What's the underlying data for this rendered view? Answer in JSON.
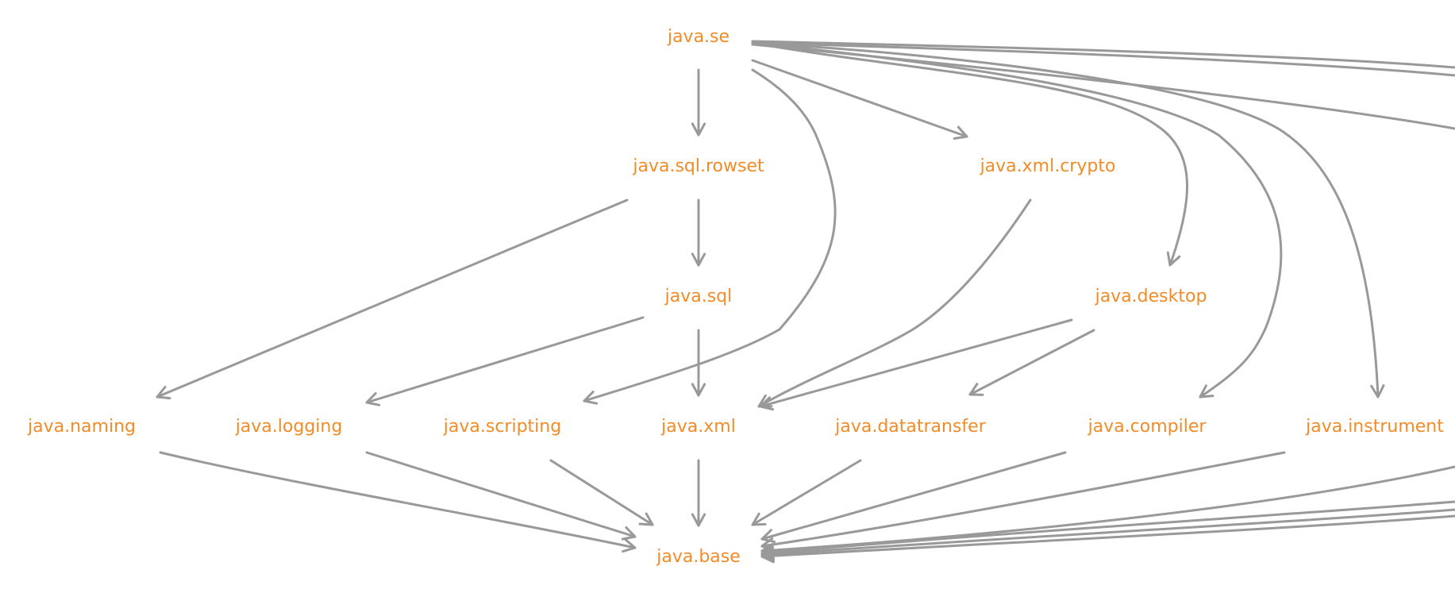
{
  "diagram": {
    "type": "module-dependency-graph",
    "label_color": "#f28c28",
    "edge_color": "#999999",
    "nodes": [
      {
        "id": "java.se",
        "label": "java.se"
      },
      {
        "id": "java.sql.rowset",
        "label": "java.sql.rowset"
      },
      {
        "id": "java.xml.crypto",
        "label": "java.xml.crypto"
      },
      {
        "id": "java.sql",
        "label": "java.sql"
      },
      {
        "id": "java.desktop",
        "label": "java.desktop"
      },
      {
        "id": "java.naming",
        "label": "java.naming"
      },
      {
        "id": "java.logging",
        "label": "java.logging"
      },
      {
        "id": "java.scripting",
        "label": "java.scripting"
      },
      {
        "id": "java.xml",
        "label": "java.xml"
      },
      {
        "id": "java.datatransfer",
        "label": "java.datatransfer"
      },
      {
        "id": "java.compiler",
        "label": "java.compiler"
      },
      {
        "id": "java.instrument",
        "label": "java.instrument"
      },
      {
        "id": "java.base",
        "label": "java.base"
      }
    ],
    "edges": [
      {
        "from": "java.se",
        "to": "java.sql.rowset"
      },
      {
        "from": "java.se",
        "to": "java.xml.crypto"
      },
      {
        "from": "java.se",
        "to": "java.scripting"
      },
      {
        "from": "java.se",
        "to": "java.desktop"
      },
      {
        "from": "java.se",
        "to": "java.compiler"
      },
      {
        "from": "java.se",
        "to": "java.instrument"
      },
      {
        "from": "java.sql.rowset",
        "to": "java.sql"
      },
      {
        "from": "java.sql.rowset",
        "to": "java.naming"
      },
      {
        "from": "java.sql",
        "to": "java.logging"
      },
      {
        "from": "java.sql",
        "to": "java.xml"
      },
      {
        "from": "java.xml.crypto",
        "to": "java.xml"
      },
      {
        "from": "java.desktop",
        "to": "java.xml"
      },
      {
        "from": "java.desktop",
        "to": "java.datatransfer"
      },
      {
        "from": "java.naming",
        "to": "java.base"
      },
      {
        "from": "java.logging",
        "to": "java.base"
      },
      {
        "from": "java.scripting",
        "to": "java.base"
      },
      {
        "from": "java.xml",
        "to": "java.base"
      },
      {
        "from": "java.datatransfer",
        "to": "java.base"
      },
      {
        "from": "java.compiler",
        "to": "java.base"
      },
      {
        "from": "java.instrument",
        "to": "java.base"
      }
    ]
  }
}
